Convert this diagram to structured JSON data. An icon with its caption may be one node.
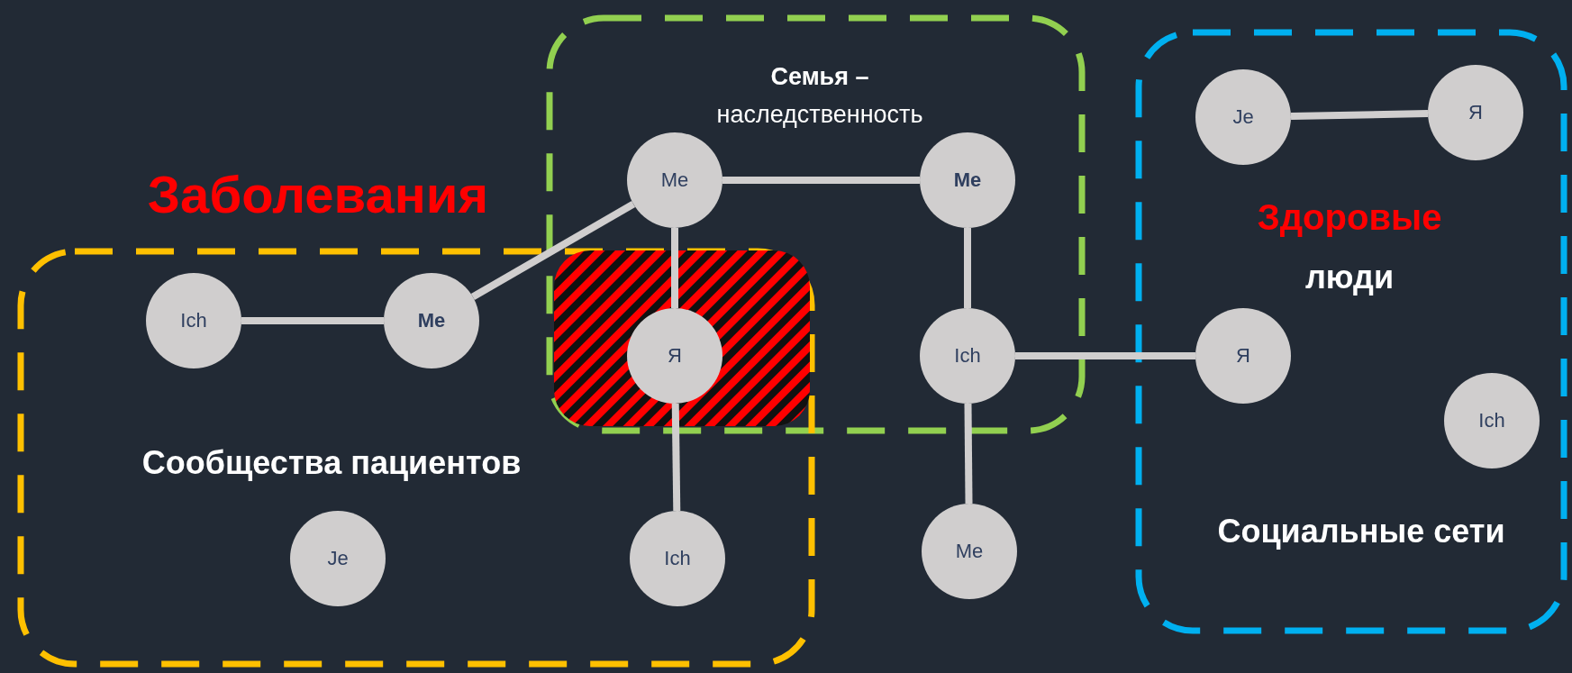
{
  "diagram": {
    "nodes": [
      {
        "text": [
          "**Семья –** наследственность"
        ]
      },
      {
        "text": [
          "Заболевания",
          "Сообщества пациентов"
        ]
      },
      {
        "text": [
          "Здоровые",
          "люди",
          "Социальные сети"
        ]
      },
      {
        "text": [],
        "shape": "box"
      },
      {
        "text": [
          "Ich"
        ],
        "in": 1
      },
      {
        "text": [
          "**Me**"
        ],
        "in": 1
      },
      {
        "text": [
          "Je"
        ],
        "in": 1
      },
      {
        "text": [
          "Me"
        ],
        "in": 0
      },
      {
        "text": [
          "**Me**"
        ],
        "in": 0
      },
      {
        "text": [
          "Я"
        ],
        "in": 3
      },
      {
        "text": [
          "Ich"
        ],
        "in": 1
      },
      {
        "text": [
          "Ich"
        ],
        "in": 0
      },
      {
        "text": [
          "Me"
        ]
      },
      {
        "text": [
          "Je"
        ],
        "in": 2
      },
      {
        "text": [
          "Я"
        ],
        "in": 2
      },
      {
        "text": [
          "Я"
        ],
        "in": 2
      },
      {
        "text": [
          "Ich"
        ],
        "in": 2
      }
    ],
    "edges": [
      {
        "from": 4,
        "to": 5,
        "arrow": "none"
      },
      {
        "from": 5,
        "to": 7,
        "arrow": "none"
      },
      {
        "from": 7,
        "to": 8,
        "arrow": "none"
      },
      {
        "from": 7,
        "to": 9,
        "arrow": "none"
      },
      {
        "from": 9,
        "to": 10,
        "arrow": "none"
      },
      {
        "from": 8,
        "to": 11,
        "arrow": "none"
      },
      {
        "from": 11,
        "to": 12,
        "arrow": "none"
      },
      {
        "from": 11,
        "to": 15,
        "arrow": "none"
      },
      {
        "from": 13,
        "to": 14,
        "arrow": "none"
      }
    ]
  }
}
